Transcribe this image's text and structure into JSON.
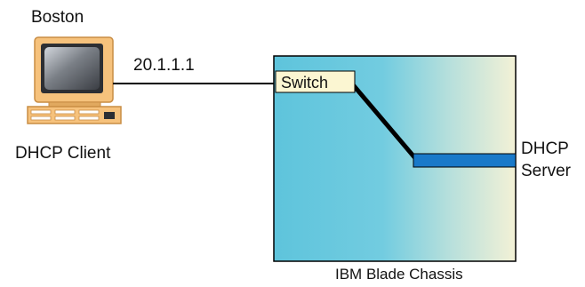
{
  "client": {
    "name": "Boston",
    "role": "DHCP Client",
    "ip": "20.1.1.1",
    "icon": "desktop-computer-icon"
  },
  "chassis": {
    "label": "IBM Blade Chassis",
    "switch_label": "Switch",
    "server_label_line1": "DHCP",
    "server_label_line2": "Server"
  },
  "colors": {
    "chassis_left": "#5ec4dc",
    "chassis_right": "#f3f1d6",
    "switch_fill": "#fbf6d2",
    "blade": "#1979c9",
    "monitor_body": "#f6c27c",
    "line": "#000000"
  }
}
